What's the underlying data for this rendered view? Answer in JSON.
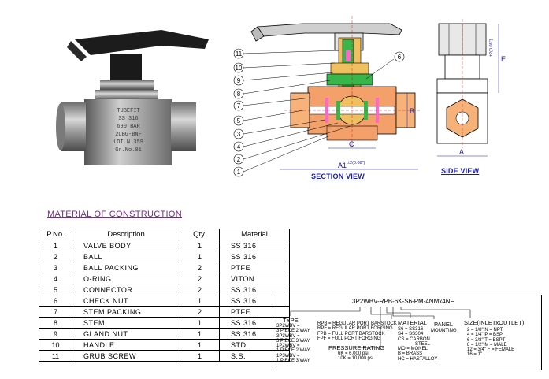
{
  "photo": {
    "engraving": [
      "TUBEFIT",
      "SS 316",
      "690 BAR",
      "2UBG-BNF",
      "LOT.N 359",
      "Gr.No.01"
    ]
  },
  "section_view": {
    "caption": "SECTION VIEW",
    "callouts": [
      "11",
      "10",
      "9",
      "8",
      "7",
      "5",
      "3",
      "4",
      "2",
      "1",
      "6"
    ],
    "dims": {
      "b": "B",
      "c": "C",
      "a1": "A1",
      "tol": "±2(0.08\")"
    }
  },
  "side_view": {
    "caption": "SIDE VIEW",
    "dims": {
      "e": "E",
      "a": "A",
      "tol": "±2(0.08\")"
    }
  },
  "material": {
    "title": "MATERIAL OF CONSTRUCTION",
    "headers": [
      "P.No.",
      "Description",
      "Qty.",
      "Material"
    ],
    "rows": [
      [
        "1",
        "VALVE BODY",
        "1",
        "SS 316"
      ],
      [
        "2",
        "BALL",
        "1",
        "SS 316"
      ],
      [
        "3",
        "BALL PACKING",
        "2",
        "PTFE"
      ],
      [
        "4",
        "O-RING",
        "2",
        "VITON"
      ],
      [
        "5",
        "CONNECTOR",
        "2",
        "SS 316"
      ],
      [
        "6",
        "CHECK NUT",
        "1",
        "SS 316"
      ],
      [
        "7",
        "STEM PACKING",
        "2",
        "PTFE"
      ],
      [
        "8",
        "STEM",
        "1",
        "SS 316"
      ],
      [
        "9",
        "GLAND NUT",
        "1",
        "SS 316"
      ],
      [
        "10",
        "HANDLE",
        "1",
        "STD."
      ],
      [
        "11",
        "GRUB SCREW",
        "1",
        "S.S."
      ]
    ]
  },
  "ordering": {
    "code": "3P2WBV-RPB-6K-S6-PM-4NMx4NF",
    "type_label": "TYPE",
    "type_lines": [
      "3P2WBV =",
      "3 PIECE 2 WAY",
      "3P3WBV =",
      "3 PIECE 3 WAY",
      "1P2WBV =",
      "1 PIECE 2 WAY",
      "1P3WBV =",
      "1 PIECE 3 WAY"
    ],
    "port_lines": [
      "RPB = REGULAR PORT BARSTOCK",
      "RPF = REGULAR PORT FORGING",
      "FPB = FULL PORT BARSTOCK",
      "FPF = FULL PORT FORGING"
    ],
    "pressure_label": "PRESSURE RATING",
    "pressure_lines": [
      "6K = 6,000 psi",
      "10K = 10,000 psi"
    ],
    "material_label": "MATERIAL",
    "material_lines": [
      "S6 = SS316",
      "S4 = SS304",
      "CS = CARBON",
      "STEEL",
      "MO = MONEL",
      "B = BRASS",
      "HC = HASTALLOY"
    ],
    "panel_label": "PANEL",
    "panel_label2": "MOUNTING",
    "size_label": "SIZE(INLETxOUTLET)",
    "size_lines": [
      "2 = 1/8\"  N = NPT",
      "4 = 1/4\"  P = BSP",
      "6 = 3/8\"  T = BSPT",
      "8 = 1/2\"  M = MALE",
      "12 = 3/4\"  F = FEMALE",
      "16 = 1\""
    ]
  }
}
